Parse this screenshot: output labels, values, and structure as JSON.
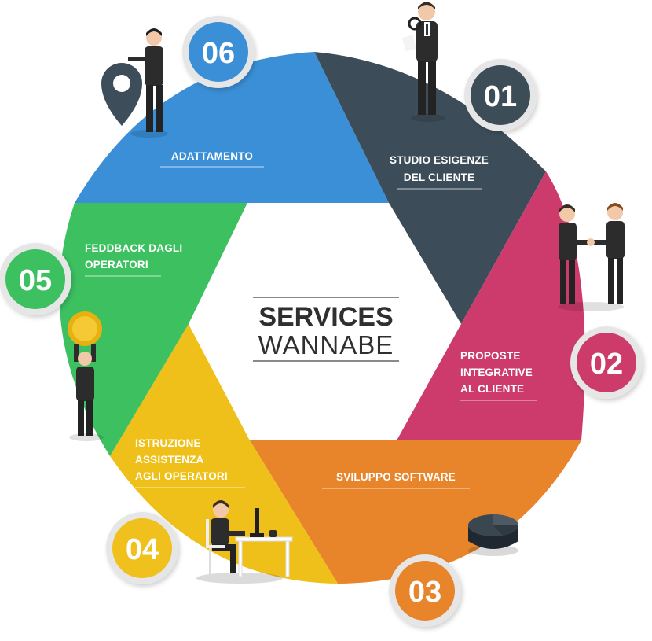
{
  "center": {
    "title": "SERVICES",
    "subtitle": "WANNABE"
  },
  "segments": [
    {
      "number": "01",
      "lines": [
        "STUDIO ESIGENZE",
        "DEL CLIENTE"
      ],
      "color": "#3c4d59",
      "icon": "person-magnifier-icon"
    },
    {
      "number": "02",
      "lines": [
        "PROPOSTE",
        "INTEGRATIVE",
        "AL CLIENTE"
      ],
      "color": "#cc3b6b",
      "icon": "handshake-icon"
    },
    {
      "number": "03",
      "lines": [
        "SVILUPPO SOFTWARE"
      ],
      "color": "#e8842a",
      "icon": "database-icon"
    },
    {
      "number": "04",
      "lines": [
        "ISTRUZIONE",
        "ASSISTENZA",
        "AGLI OPERATORI"
      ],
      "color": "#f0c01a",
      "icon": "person-desk-icon"
    },
    {
      "number": "05",
      "lines": [
        "FEDDBACK DAGLI",
        "OPERATORI"
      ],
      "color": "#3cc060",
      "icon": "person-coin-icon"
    },
    {
      "number": "06",
      "lines": [
        "ADATTAMENTO"
      ],
      "color": "#3a8fd6",
      "icon": "person-map-pin-icon"
    }
  ]
}
